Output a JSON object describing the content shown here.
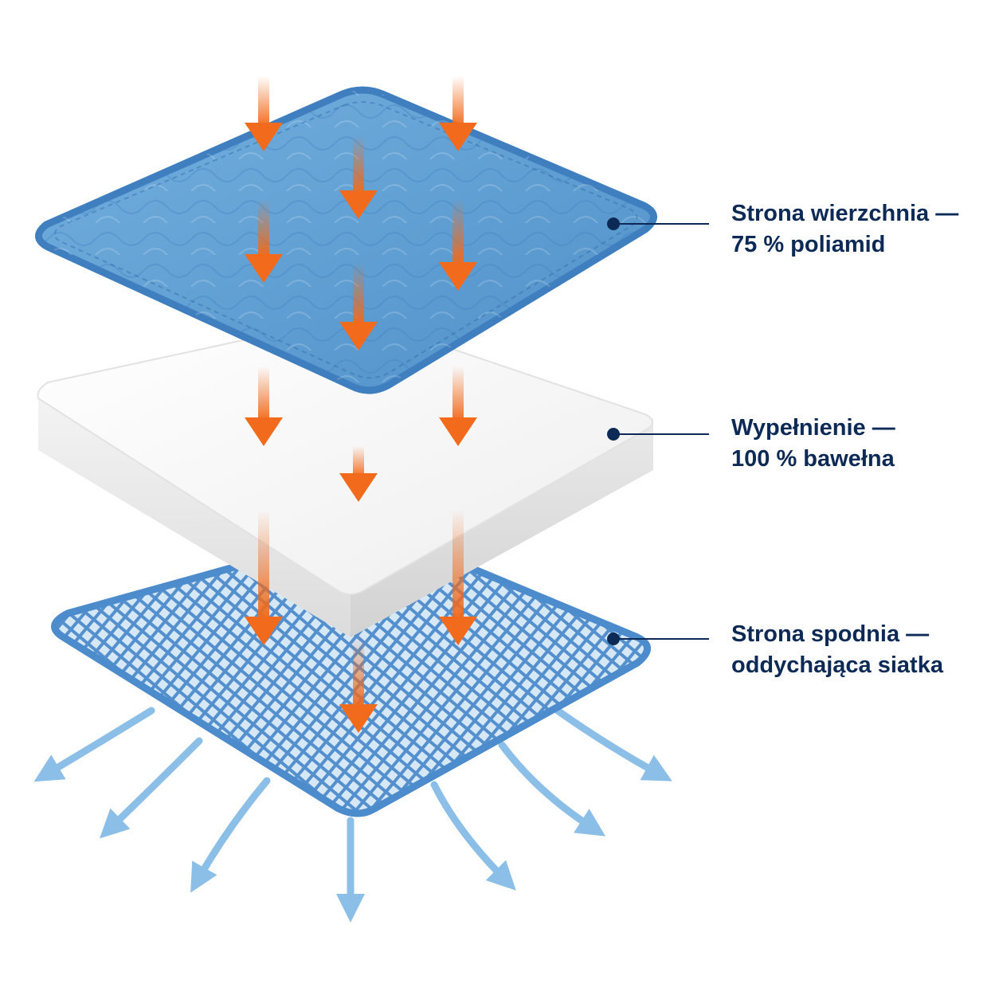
{
  "colors": {
    "top_fabric": "#5f9fd3",
    "top_fabric_edge": "#3f7fbf",
    "filling": "#f6f6f6",
    "mesh": "#4d8ccc",
    "heat_arrow": "#f26a1b",
    "air_arrow": "#8cbfe8",
    "label_text": "#0d2a57"
  },
  "layers": [
    {
      "line1": "Strona wierzchnia —",
      "line2": "75 % poliamid"
    },
    {
      "line1": "Wypełnienie —",
      "line2": "100 % bawełna"
    },
    {
      "line1": "Strona spodnia —",
      "line2": "oddychająca siatka"
    }
  ],
  "icons": {
    "heat_flow": "orange-down-arrow",
    "air_flow": "light-blue-curved-arrow"
  }
}
